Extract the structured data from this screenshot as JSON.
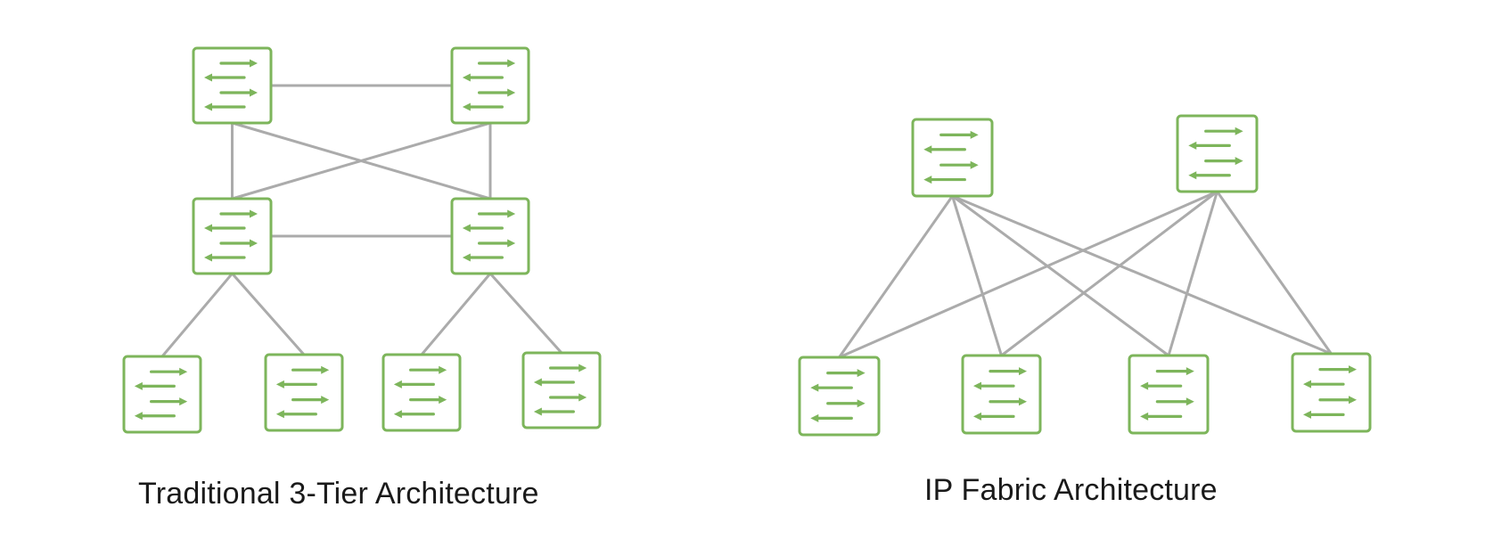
{
  "diagrams": [
    {
      "id": "three-tier",
      "caption": "Traditional 3-Tier Architecture",
      "nodes": [
        {
          "id": "core-1",
          "role": "core",
          "icon": "network-switch-icon"
        },
        {
          "id": "core-2",
          "role": "core",
          "icon": "network-switch-icon"
        },
        {
          "id": "agg-1",
          "role": "aggregation",
          "icon": "network-switch-icon"
        },
        {
          "id": "agg-2",
          "role": "aggregation",
          "icon": "network-switch-icon"
        },
        {
          "id": "access-1",
          "role": "access",
          "icon": "network-switch-icon"
        },
        {
          "id": "access-2",
          "role": "access",
          "icon": "network-switch-icon"
        },
        {
          "id": "access-3",
          "role": "access",
          "icon": "network-switch-icon"
        },
        {
          "id": "access-4",
          "role": "access",
          "icon": "network-switch-icon"
        }
      ],
      "links": [
        [
          "core-1",
          "core-2"
        ],
        [
          "core-1",
          "agg-1"
        ],
        [
          "core-1",
          "agg-2"
        ],
        [
          "core-2",
          "agg-1"
        ],
        [
          "core-2",
          "agg-2"
        ],
        [
          "agg-1",
          "agg-2"
        ],
        [
          "agg-1",
          "access-1"
        ],
        [
          "agg-1",
          "access-2"
        ],
        [
          "agg-2",
          "access-3"
        ],
        [
          "agg-2",
          "access-4"
        ]
      ]
    },
    {
      "id": "ip-fabric",
      "caption": "IP Fabric Architecture",
      "nodes": [
        {
          "id": "spine-1",
          "role": "spine",
          "icon": "network-switch-icon"
        },
        {
          "id": "spine-2",
          "role": "spine",
          "icon": "network-switch-icon"
        },
        {
          "id": "leaf-1",
          "role": "leaf",
          "icon": "network-switch-icon"
        },
        {
          "id": "leaf-2",
          "role": "leaf",
          "icon": "network-switch-icon"
        },
        {
          "id": "leaf-3",
          "role": "leaf",
          "icon": "network-switch-icon"
        },
        {
          "id": "leaf-4",
          "role": "leaf",
          "icon": "network-switch-icon"
        }
      ],
      "links": [
        [
          "spine-1",
          "leaf-1"
        ],
        [
          "spine-1",
          "leaf-2"
        ],
        [
          "spine-1",
          "leaf-3"
        ],
        [
          "spine-1",
          "leaf-4"
        ],
        [
          "spine-2",
          "leaf-1"
        ],
        [
          "spine-2",
          "leaf-2"
        ],
        [
          "spine-2",
          "leaf-3"
        ],
        [
          "spine-2",
          "leaf-4"
        ]
      ]
    }
  ],
  "colors": {
    "switch": "#7db55b",
    "link": "#ababab",
    "caption": "#1a1a1a",
    "background": "#ffffff"
  }
}
